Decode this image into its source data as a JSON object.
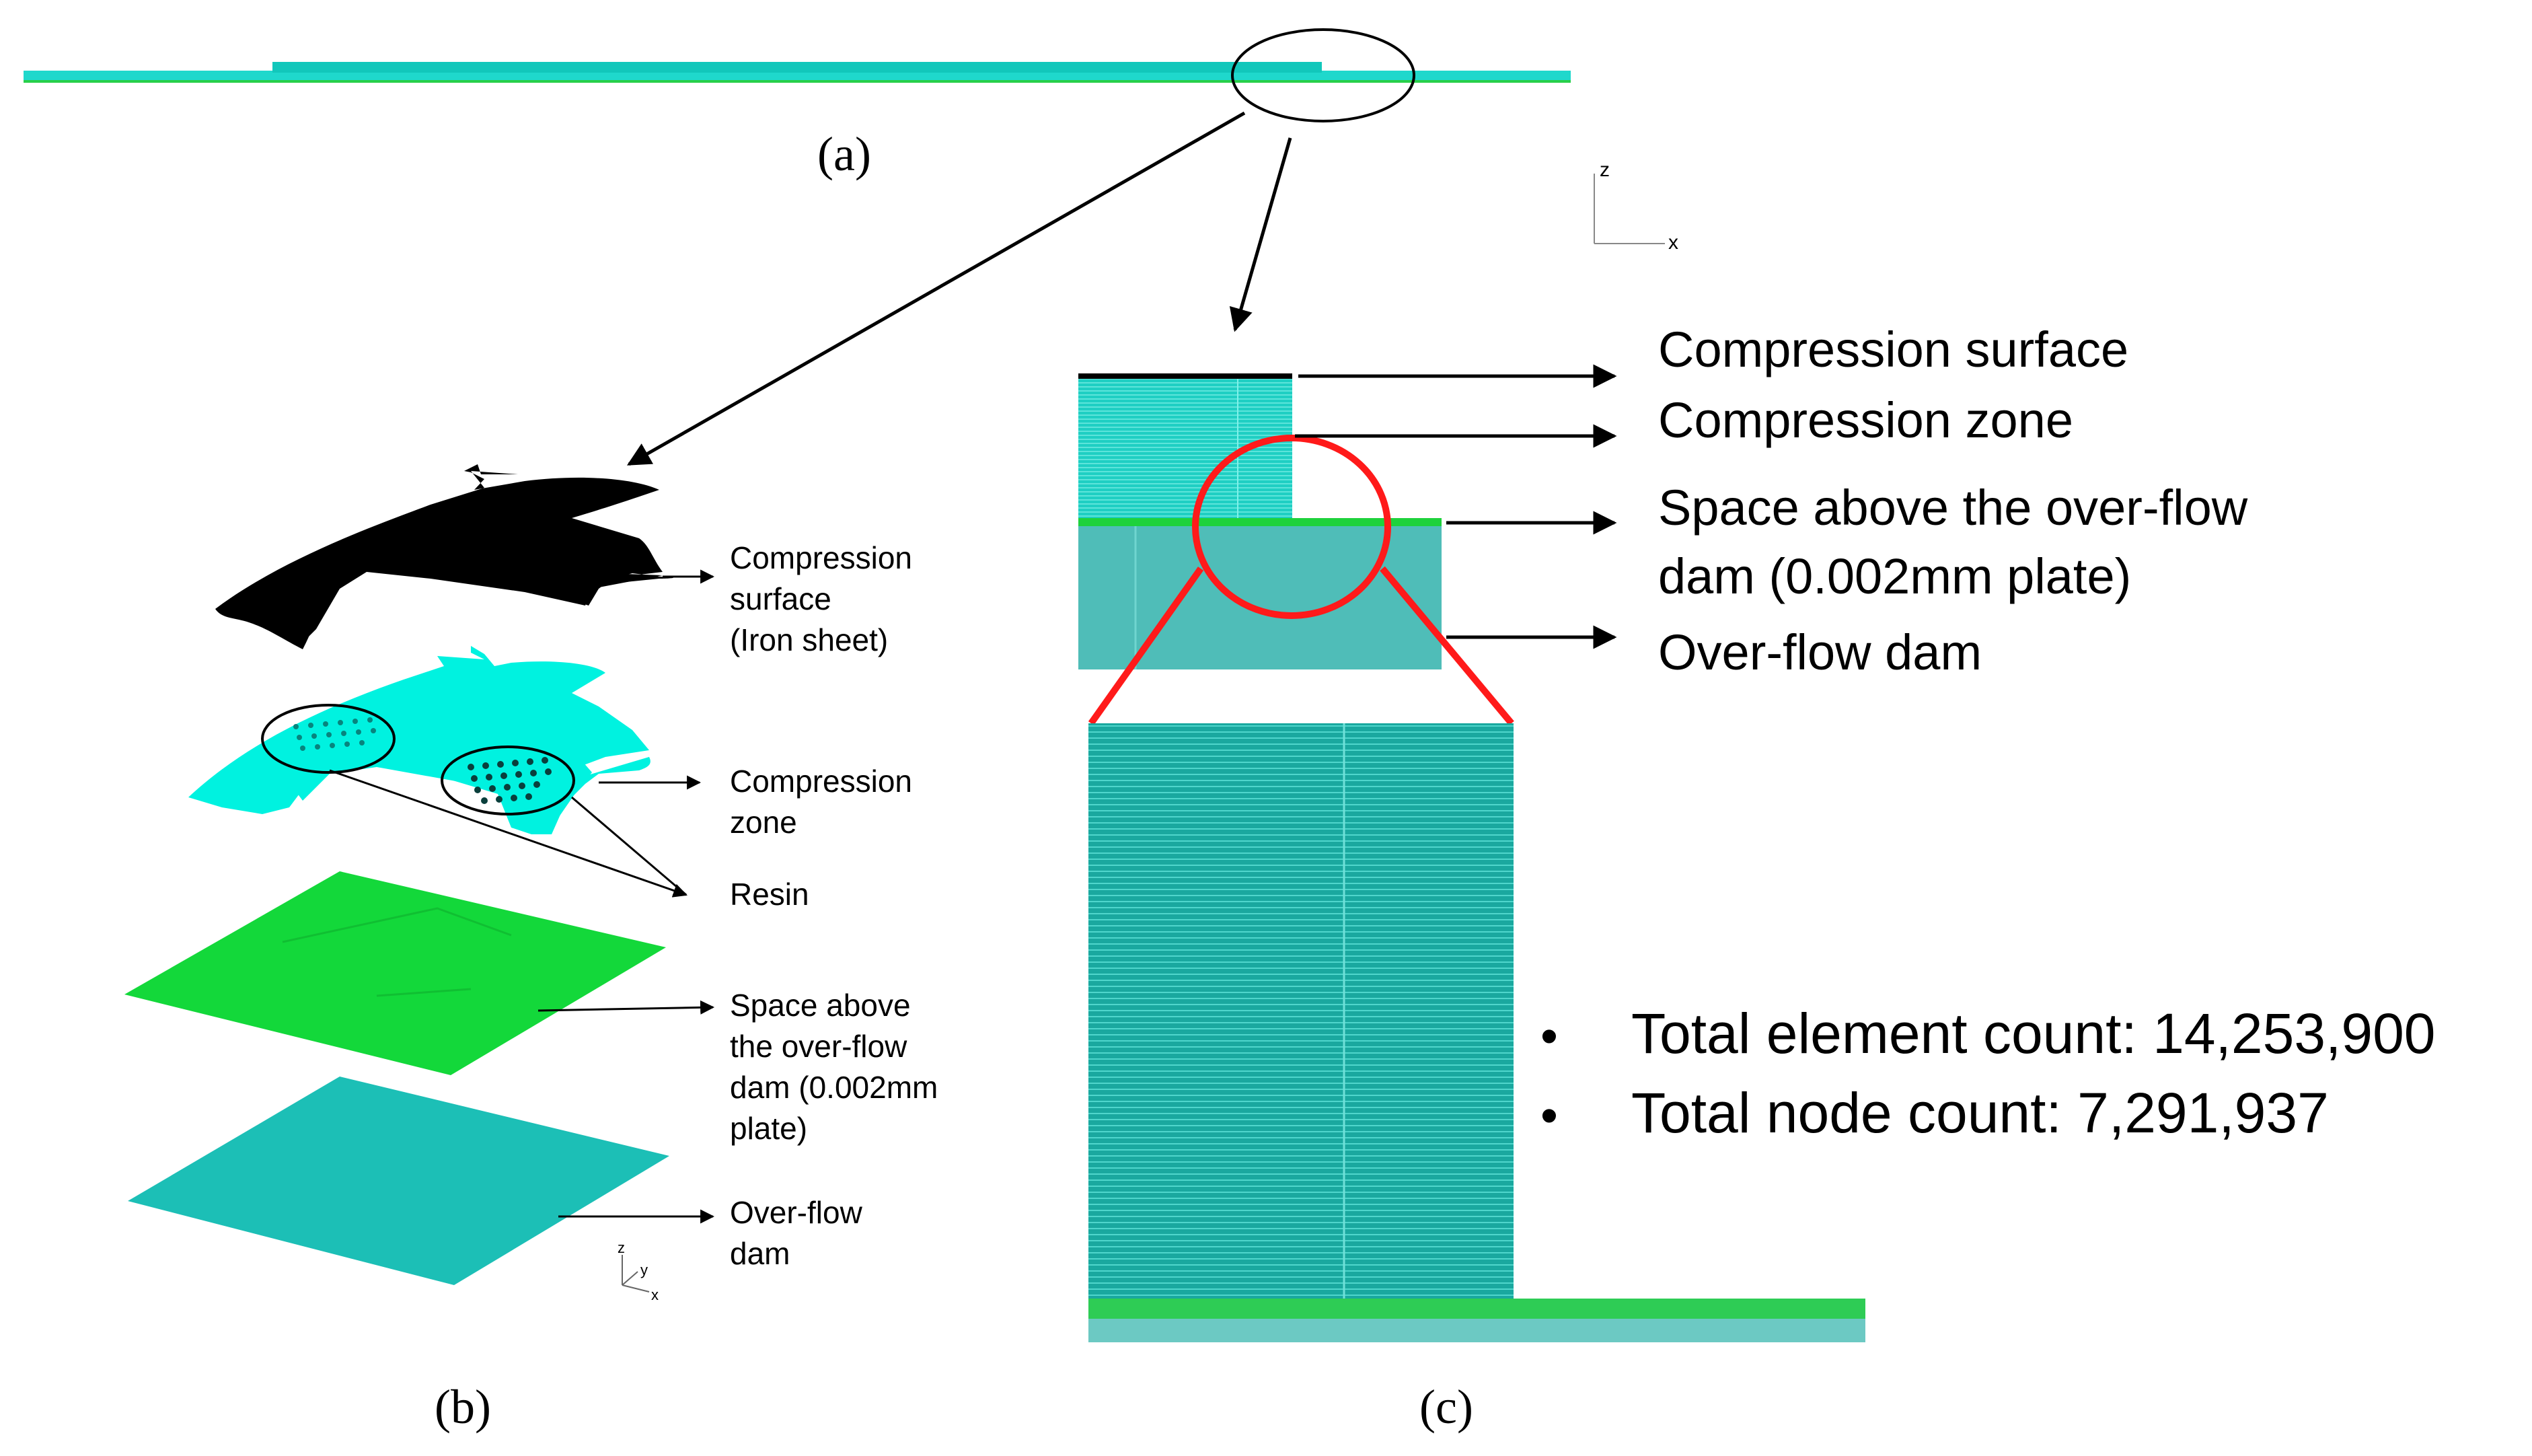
{
  "panels": {
    "a_label": "(a)",
    "b_label": "(b)",
    "c_label": "(c)"
  },
  "panel_b": {
    "compression_surface": [
      "Compression",
      "surface",
      "(Iron sheet)"
    ],
    "compression_zone": [
      "Compression",
      "zone"
    ],
    "resin": "Resin",
    "space_above": [
      "Space above",
      "the over-flow",
      "dam (0.002mm",
      "plate)"
    ],
    "overflow_dam": [
      "Over-flow",
      "dam"
    ],
    "axis": {
      "z": "z",
      "y": "y",
      "x": "x"
    }
  },
  "panel_c": {
    "compression_surface": "Compression surface",
    "compression_zone": "Compression zone",
    "space_above": [
      "Space above the over-flow",
      "dam (0.002mm plate)"
    ],
    "overflow_dam": "Over-flow dam",
    "axis": {
      "z": "z",
      "x": "x"
    }
  },
  "stats": {
    "bullet": "•",
    "element_count": "Total element count: 14,253,900",
    "node_count": "Total node count: 7,291,937"
  },
  "colors": {
    "cyan": "#00e5d8",
    "teal": "#2cb7b0",
    "green": "#1ed23c",
    "red": "#ff1a1a",
    "black": "#000000"
  }
}
